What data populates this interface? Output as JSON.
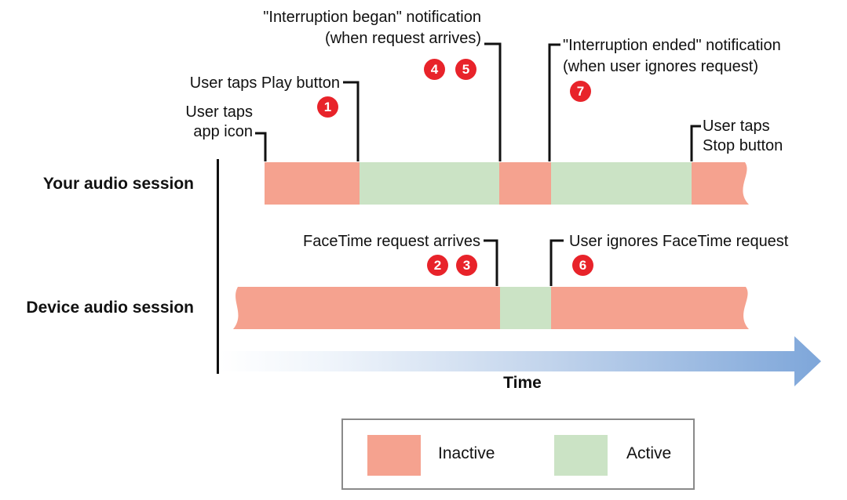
{
  "colors": {
    "inactive": "#F5A28F",
    "active": "#CBE3C5",
    "badge": "#E8232A",
    "arrow": "#7FA7DA"
  },
  "sessions": {
    "your": {
      "label": "Your audio session",
      "sequence": [
        "Inactive",
        "Active",
        "Inactive",
        "Active",
        "Inactive"
      ]
    },
    "device": {
      "label": "Device audio session",
      "sequence": [
        "Inactive",
        "Active",
        "Inactive"
      ]
    }
  },
  "axis": {
    "label": "Time"
  },
  "annotations": {
    "interruption_began": {
      "text": "\"Interruption began\" notification\n(when request arrives)"
    },
    "interruption_ended": {
      "text": "\"Interruption ended\" notification\n(when user ignores request)"
    },
    "user_taps_play": {
      "text": "User taps Play button"
    },
    "user_taps_app_icon": {
      "text": "User taps\napp icon"
    },
    "user_taps_stop": {
      "text": "User taps\nStop button"
    },
    "facetime_request_arrives": {
      "text": "FaceTime request arrives"
    },
    "user_ignores_facetime": {
      "text": "User ignores FaceTime request"
    }
  },
  "badges": {
    "s1": "1",
    "s2": "2",
    "s3": "3",
    "s4": "4",
    "s5": "5",
    "s6": "6",
    "s7": "7"
  },
  "legend": {
    "inactive_label": "Inactive",
    "active_label": "Active"
  }
}
